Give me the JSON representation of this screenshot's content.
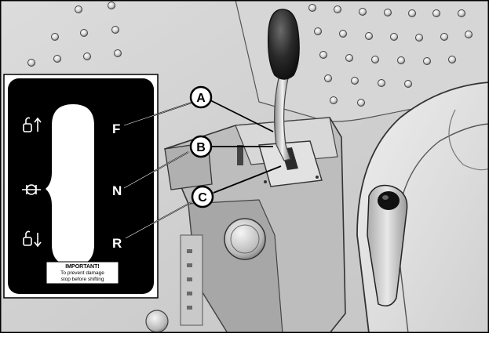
{
  "callouts": {
    "a": "A",
    "b": "B",
    "c": "C"
  },
  "decal": {
    "positions": {
      "forward": "F",
      "neutral": "N",
      "reverse": "R"
    },
    "warning": {
      "heading": "IMPORTANT!",
      "line1": "To prevent damage",
      "line2": "stop before shifting"
    },
    "icons": [
      "forward-unlock-icon",
      "neutral-hitch-icon",
      "reverse-unlock-icon"
    ]
  },
  "colors": {
    "decal_background": "#000000",
    "decal_foreground": "#ffffff",
    "line_art": "#000000"
  }
}
